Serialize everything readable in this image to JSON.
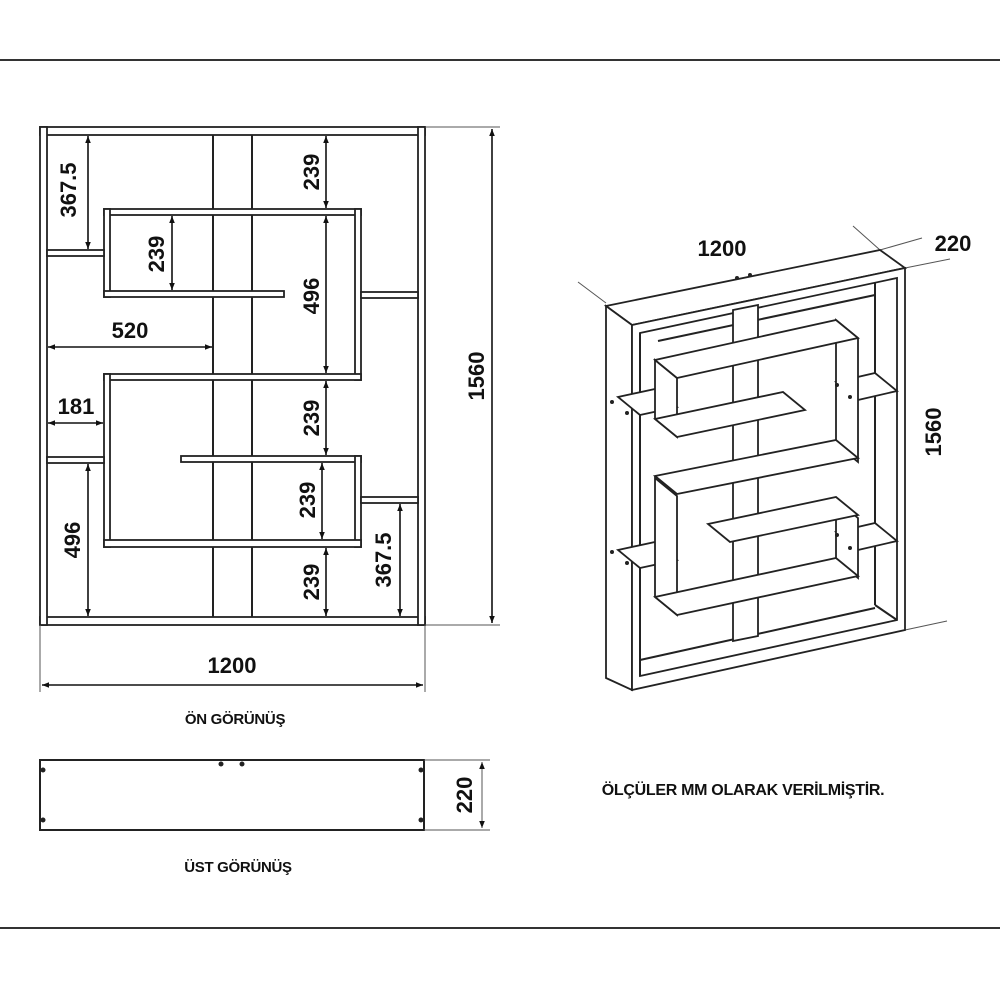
{
  "front_view": {
    "title": "ÖN GÖRÜNÜŞ",
    "dims": {
      "top_left_gap": "367.5",
      "top_right_gap": "239",
      "upper_box_inner": "239",
      "upper_box_height": "496",
      "center_width": "520",
      "left_shelf_depth": "181",
      "middle_right_gap": "239",
      "lower_box_inner": "239",
      "bottom_right_gap": "239",
      "bottom_right_side_gap": "367.5",
      "bottom_left_gap": "496",
      "total_height": "1560",
      "total_width": "1200"
    }
  },
  "top_view": {
    "title": "ÜST GÖRÜNÜŞ",
    "depth": "220"
  },
  "iso_view": {
    "width": "1200",
    "depth": "220",
    "height": "1560"
  },
  "note": "ÖLÇÜLER MM OLARAK VERİLMİŞTİR."
}
